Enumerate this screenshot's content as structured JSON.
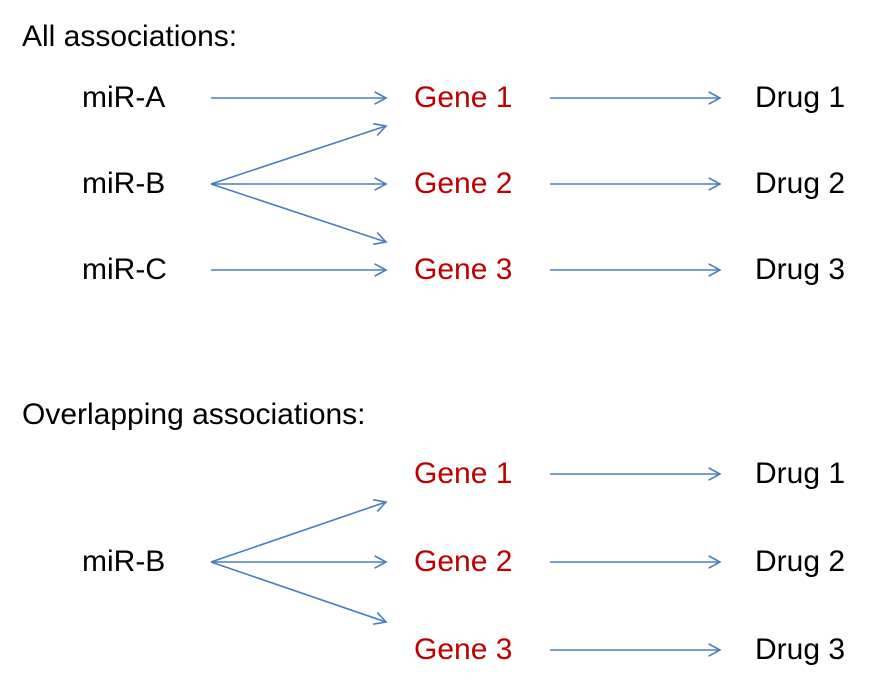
{
  "colors": {
    "arrow": "#4a7ebb",
    "gene": "#c00000",
    "text": "#000000"
  },
  "sections": [
    {
      "heading": "All associations:",
      "mirnas": [
        "miR-A",
        "miR-B",
        "miR-C"
      ],
      "genes": [
        "Gene 1",
        "Gene 2",
        "Gene 3"
      ],
      "drugs": [
        "Drug 1",
        "Drug 2",
        "Drug 3"
      ],
      "mirna_to_gene": [
        [
          0,
          0
        ],
        [
          1,
          0
        ],
        [
          1,
          1
        ],
        [
          1,
          2
        ],
        [
          2,
          2
        ]
      ],
      "gene_to_drug": [
        [
          0,
          0
        ],
        [
          1,
          1
        ],
        [
          2,
          2
        ]
      ]
    },
    {
      "heading": "Overlapping associations:",
      "mirnas": [
        "miR-B"
      ],
      "genes": [
        "Gene 1",
        "Gene 2",
        "Gene 3"
      ],
      "drugs": [
        "Drug 1",
        "Drug 2",
        "Drug 3"
      ],
      "mirna_to_gene": [
        [
          0,
          0
        ],
        [
          0,
          1
        ],
        [
          0,
          2
        ]
      ],
      "gene_to_drug": [
        [
          0,
          0
        ],
        [
          1,
          1
        ],
        [
          2,
          2
        ]
      ]
    }
  ]
}
